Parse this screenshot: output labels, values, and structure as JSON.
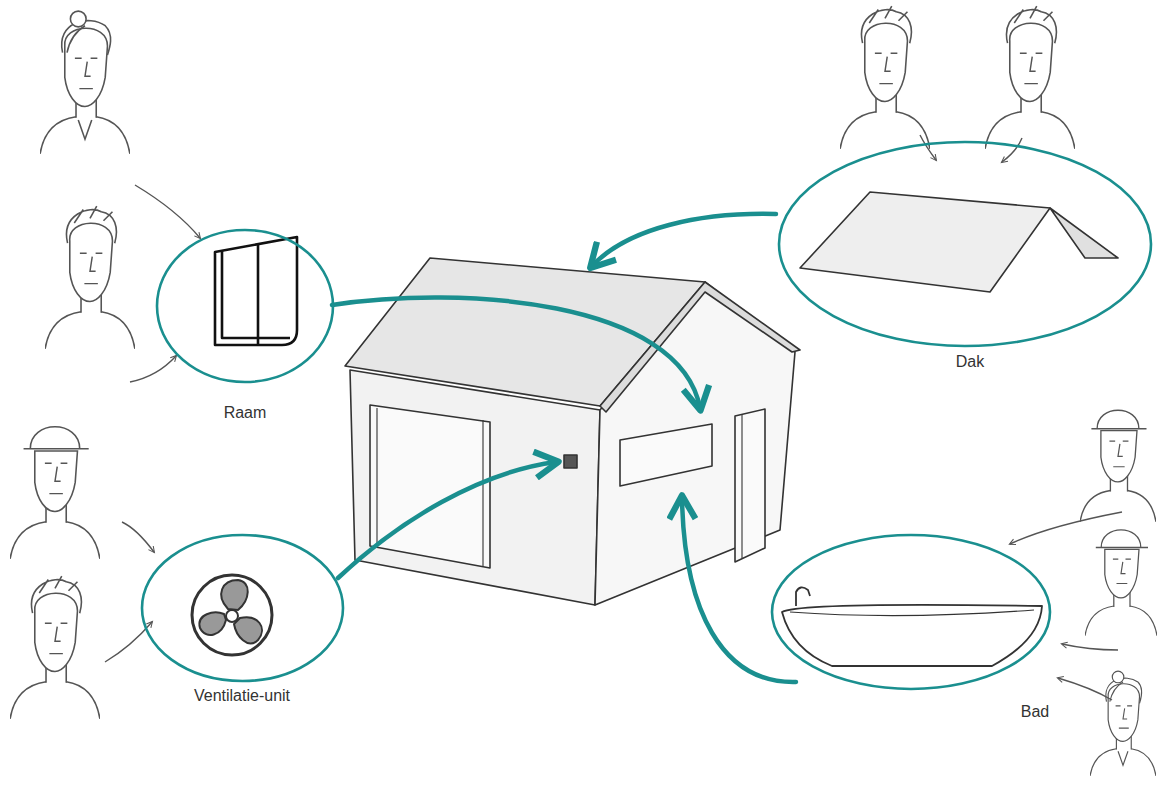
{
  "diagram": {
    "nodes": [
      {
        "text": [
          "Raam"
        ]
      },
      {
        "text": [
          "Dak"
        ]
      },
      {
        "text": [
          "Ventilatie-unit"
        ]
      },
      {
        "text": [
          "Bad"
        ]
      }
    ]
  }
}
